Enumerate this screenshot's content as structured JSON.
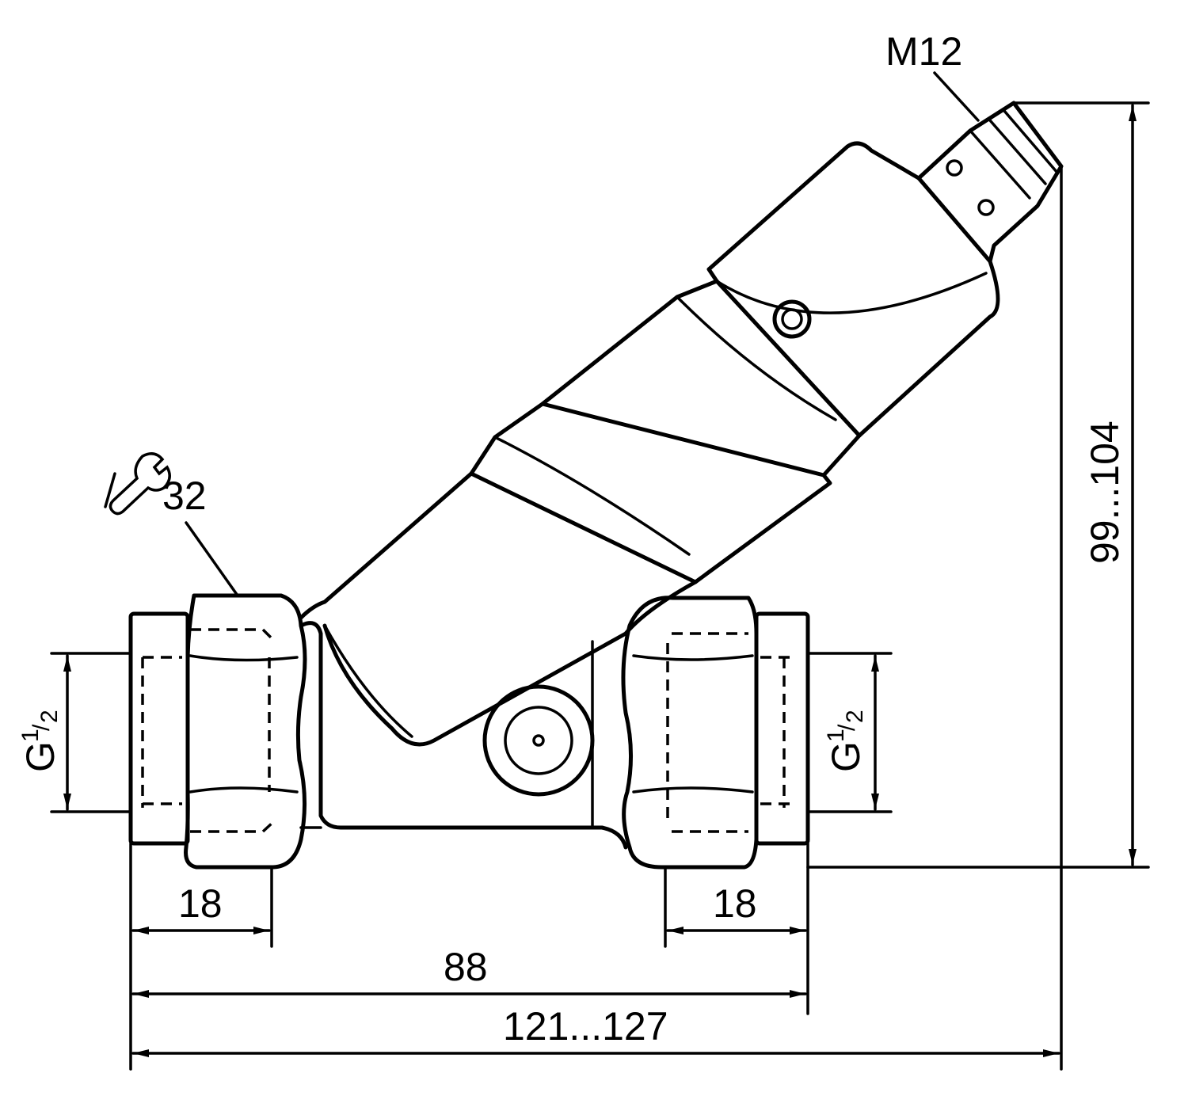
{
  "labels": {
    "connector": "M12",
    "wrench_size": "32",
    "thread_left": "G",
    "thread_right": "G",
    "thread_fraction_num": "1",
    "thread_fraction_den": "2",
    "dim_left_end": "18",
    "dim_right_end": "18",
    "dim_body_length": "88",
    "dim_total_length": "121...127",
    "dim_height": "99...104"
  },
  "icons": {
    "wrench": "wrench-icon"
  }
}
